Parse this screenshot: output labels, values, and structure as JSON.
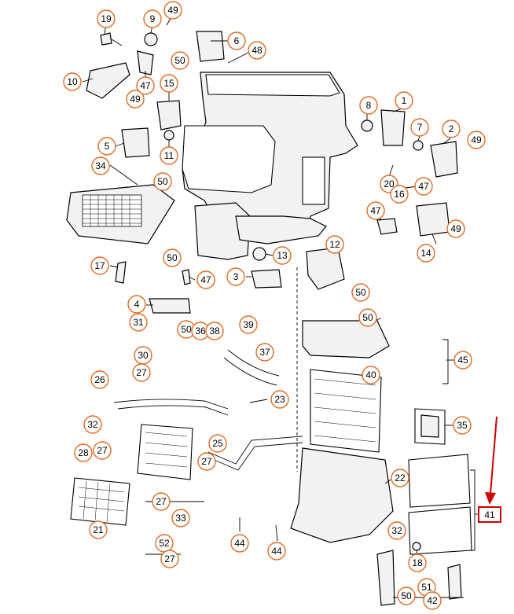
{
  "diagram": {
    "type": "exploded-parts-diagram",
    "accent_color": "#e46b20",
    "highlight_color": "#d00000",
    "highlighted_callout": "41",
    "callouts": [
      {
        "id": "c19",
        "label": "19"
      },
      {
        "id": "c9",
        "label": "9"
      },
      {
        "id": "c49a",
        "label": "49"
      },
      {
        "id": "c50a",
        "label": "50"
      },
      {
        "id": "c6",
        "label": "6"
      },
      {
        "id": "c48",
        "label": "48"
      },
      {
        "id": "c10",
        "label": "10"
      },
      {
        "id": "c47a",
        "label": "47"
      },
      {
        "id": "c15",
        "label": "15"
      },
      {
        "id": "c49b",
        "label": "49"
      },
      {
        "id": "c8",
        "label": "8"
      },
      {
        "id": "c1",
        "label": "1"
      },
      {
        "id": "c7",
        "label": "7"
      },
      {
        "id": "c2",
        "label": "2"
      },
      {
        "id": "c49c",
        "label": "49"
      },
      {
        "id": "c5",
        "label": "5"
      },
      {
        "id": "c11",
        "label": "11"
      },
      {
        "id": "c34",
        "label": "34"
      },
      {
        "id": "c50b",
        "label": "50"
      },
      {
        "id": "c20",
        "label": "20"
      },
      {
        "id": "c47b",
        "label": "47"
      },
      {
        "id": "c16",
        "label": "16"
      },
      {
        "id": "c47c",
        "label": "47"
      },
      {
        "id": "c49d",
        "label": "49"
      },
      {
        "id": "c14",
        "label": "14"
      },
      {
        "id": "c12",
        "label": "12"
      },
      {
        "id": "c50c",
        "label": "50"
      },
      {
        "id": "c13",
        "label": "13"
      },
      {
        "id": "c17",
        "label": "17"
      },
      {
        "id": "c47d",
        "label": "47"
      },
      {
        "id": "c3",
        "label": "3"
      },
      {
        "id": "c50d",
        "label": "50"
      },
      {
        "id": "c4",
        "label": "4"
      },
      {
        "id": "c50e",
        "label": "50"
      },
      {
        "id": "c31",
        "label": "31"
      },
      {
        "id": "c50f",
        "label": "50"
      },
      {
        "id": "c36",
        "label": "36"
      },
      {
        "id": "c38",
        "label": "38"
      },
      {
        "id": "c39",
        "label": "39"
      },
      {
        "id": "c37",
        "label": "37"
      },
      {
        "id": "c45",
        "label": "45"
      },
      {
        "id": "c30",
        "label": "30"
      },
      {
        "id": "c27a",
        "label": "27"
      },
      {
        "id": "c40",
        "label": "40"
      },
      {
        "id": "c26",
        "label": "26"
      },
      {
        "id": "c23",
        "label": "23"
      },
      {
        "id": "c35",
        "label": "35"
      },
      {
        "id": "c32a",
        "label": "32"
      },
      {
        "id": "c27b",
        "label": "27"
      },
      {
        "id": "c28",
        "label": "28"
      },
      {
        "id": "c25",
        "label": "25"
      },
      {
        "id": "c27c",
        "label": "27"
      },
      {
        "id": "c22",
        "label": "22"
      },
      {
        "id": "c27d",
        "label": "27"
      },
      {
        "id": "c33",
        "label": "33"
      },
      {
        "id": "c21",
        "label": "21"
      },
      {
        "id": "c32b",
        "label": "32"
      },
      {
        "id": "c44a",
        "label": "44"
      },
      {
        "id": "c44b",
        "label": "44"
      },
      {
        "id": "c52",
        "label": "52"
      },
      {
        "id": "c18",
        "label": "18"
      },
      {
        "id": "c27e",
        "label": "27"
      },
      {
        "id": "c51",
        "label": "51"
      },
      {
        "id": "c50g",
        "label": "50"
      },
      {
        "id": "c42",
        "label": "42"
      },
      {
        "id": "c41",
        "label": "41"
      }
    ]
  }
}
